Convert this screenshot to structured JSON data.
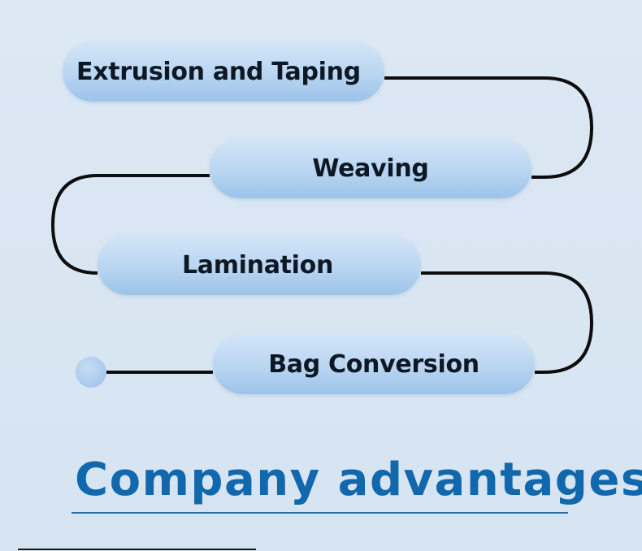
{
  "steps": [
    {
      "label": "Extrusion and Taping"
    },
    {
      "label": "Weaving"
    },
    {
      "label": "Lamination"
    },
    {
      "label": "Bag Conversion"
    }
  ],
  "heading": "Company advantages",
  "colors": {
    "pill_top": "#d4e6f8",
    "pill_bottom": "#9cc3ea",
    "connector": "#0d0d0d",
    "heading": "#1268ad",
    "background": "#dce8f4"
  }
}
